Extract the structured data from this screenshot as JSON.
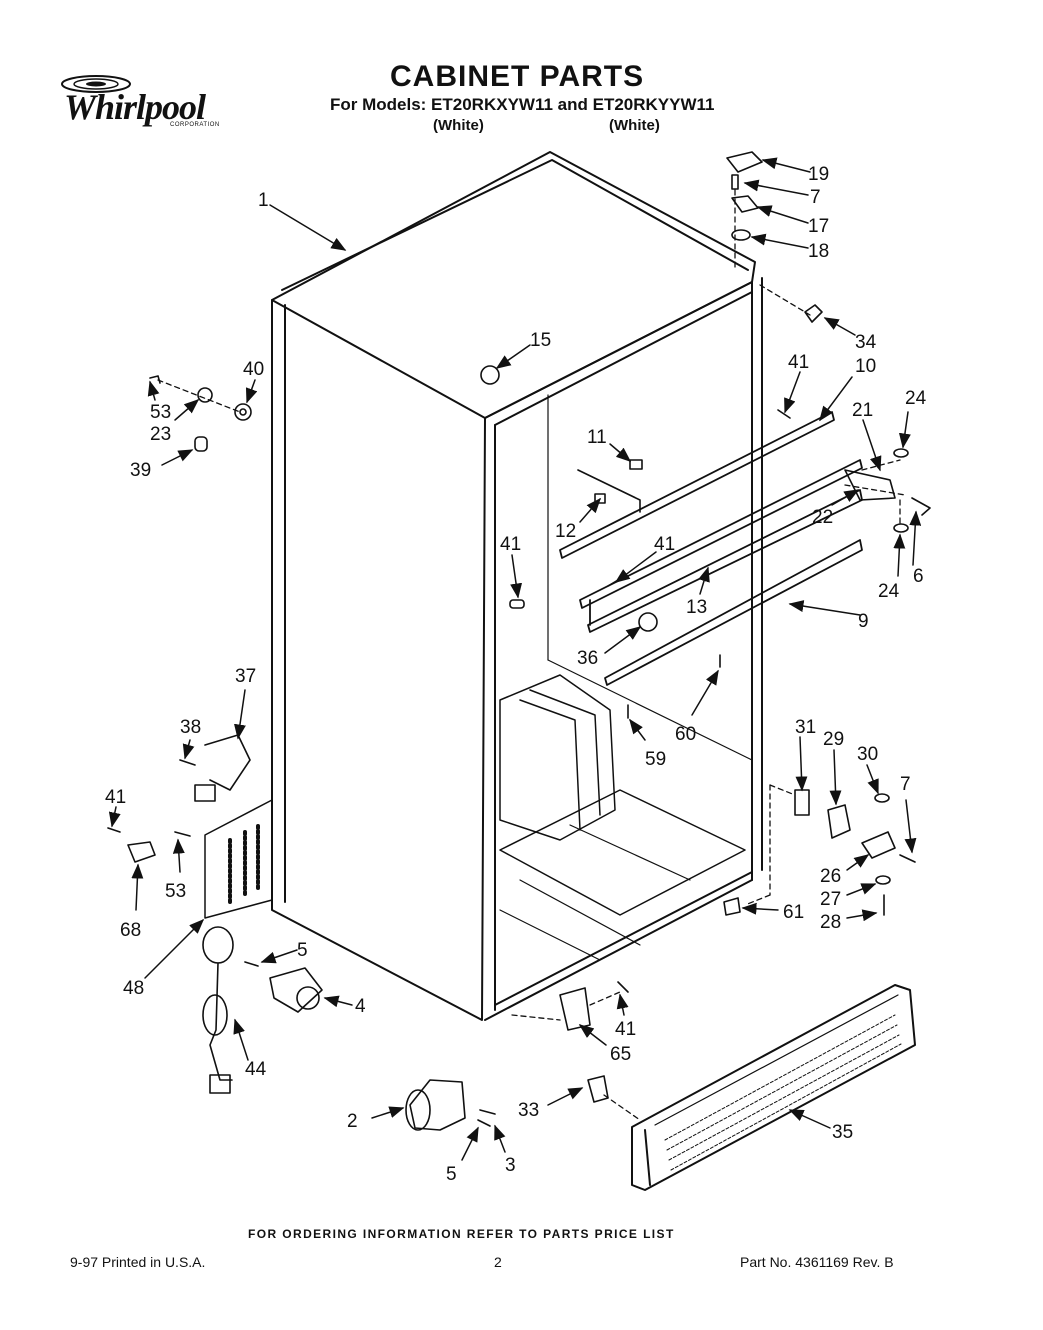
{
  "brand": {
    "name": "Whirlpool",
    "sub": "CORPORATION"
  },
  "header": {
    "title": "CABINET PARTS",
    "models": "For Models: ET20RKXYW11 and ET20RKYYW11",
    "color1": "(White)",
    "color2": "(White)"
  },
  "callouts": [
    {
      "id": "c1",
      "text": "1"
    },
    {
      "id": "c19",
      "text": "19"
    },
    {
      "id": "c7a",
      "text": "7"
    },
    {
      "id": "c17",
      "text": "17"
    },
    {
      "id": "c18",
      "text": "18"
    },
    {
      "id": "c34",
      "text": "34"
    },
    {
      "id": "c10",
      "text": "10"
    },
    {
      "id": "c15",
      "text": "15"
    },
    {
      "id": "c40",
      "text": "40"
    },
    {
      "id": "c53a",
      "text": "53"
    },
    {
      "id": "c23",
      "text": "23"
    },
    {
      "id": "c39",
      "text": "39"
    },
    {
      "id": "c41a",
      "text": "41"
    },
    {
      "id": "c21",
      "text": "21"
    },
    {
      "id": "c24a",
      "text": "24"
    },
    {
      "id": "c11",
      "text": "11"
    },
    {
      "id": "c12",
      "text": "12"
    },
    {
      "id": "c22",
      "text": "22"
    },
    {
      "id": "c41b",
      "text": "41"
    },
    {
      "id": "c41c",
      "text": "41"
    },
    {
      "id": "c13",
      "text": "13"
    },
    {
      "id": "c24b",
      "text": "24"
    },
    {
      "id": "c6",
      "text": "6"
    },
    {
      "id": "c9",
      "text": "9"
    },
    {
      "id": "c36",
      "text": "36"
    },
    {
      "id": "c37",
      "text": "37"
    },
    {
      "id": "c60",
      "text": "60"
    },
    {
      "id": "c38",
      "text": "38"
    },
    {
      "id": "c59",
      "text": "59"
    },
    {
      "id": "c31",
      "text": "31"
    },
    {
      "id": "c29",
      "text": "29"
    },
    {
      "id": "c30",
      "text": "30"
    },
    {
      "id": "c7b",
      "text": "7"
    },
    {
      "id": "c41d",
      "text": "41"
    },
    {
      "id": "c53b",
      "text": "53"
    },
    {
      "id": "c68",
      "text": "68"
    },
    {
      "id": "c26",
      "text": "26"
    },
    {
      "id": "c27",
      "text": "27"
    },
    {
      "id": "c28",
      "text": "28"
    },
    {
      "id": "c61",
      "text": "61"
    },
    {
      "id": "c48",
      "text": "48"
    },
    {
      "id": "c5a",
      "text": "5"
    },
    {
      "id": "c4",
      "text": "4"
    },
    {
      "id": "c41e",
      "text": "41"
    },
    {
      "id": "c65",
      "text": "65"
    },
    {
      "id": "c44",
      "text": "44"
    },
    {
      "id": "c2",
      "text": "2"
    },
    {
      "id": "c33",
      "text": "33"
    },
    {
      "id": "c35",
      "text": "35"
    },
    {
      "id": "c5b",
      "text": "5"
    },
    {
      "id": "c3",
      "text": "3"
    }
  ],
  "ordering_note": "FOR ORDERING INFORMATION REFER TO PARTS PRICE LIST",
  "footer": {
    "printed": "9-97 Printed in U.S.A.",
    "page": "2",
    "part_no": "Part No. 4361169  Rev. B"
  }
}
